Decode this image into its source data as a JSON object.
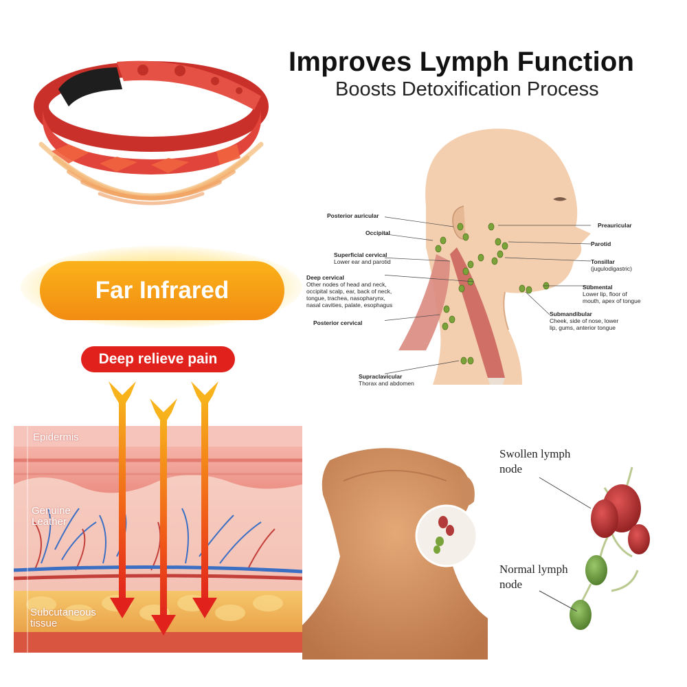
{
  "headline": {
    "title": "Improves Lymph Function",
    "subtitle": "Boosts Detoxification Process"
  },
  "badges": {
    "far_infrared": "Far Infrared",
    "deep_relieve": "Deep relieve pain"
  },
  "skin_layers": {
    "epidermis": "Epidermis",
    "genuine_leather": "Genuine Leather",
    "subcutaneous": "Subcutaneous tissue"
  },
  "lymph_labels": {
    "posterior_auricular": "Posterior auricular",
    "occipital": "Occipital",
    "superficial_cervical": "Superficial cervical",
    "superficial_cervical_sub": "Lower ear and parotid",
    "deep_cervical": "Deep cervical",
    "deep_cervical_sub1": "Other nodes of head and neck,",
    "deep_cervical_sub2": "occipital scalp, ear, back of neck,",
    "deep_cervical_sub3": "tongue, trachea, nasopharynx,",
    "deep_cervical_sub4": "nasal cavities, palate, esophagus",
    "posterior_cervical": "Posterior cervical",
    "supraclavicular": "Supraclavicular",
    "supraclavicular_sub": "Thorax and abdomen",
    "preauricular": "Preauricular",
    "parotid": "Parotid",
    "tonsillar": "Tonsillar",
    "tonsillar_sub": "(jugulodigastric)",
    "submental": "Submental",
    "submental_sub1": "Lower lip, floor of",
    "submental_sub2": "mouth, apex of tongue",
    "submandibular": "Submandibular",
    "submandibular_sub1": "Cheek, side of nose, lower",
    "submandibular_sub2": "lip, gums, anterior tongue"
  },
  "node_labels": {
    "swollen": "Swollen lymph node",
    "normal": "Normal lymph node"
  },
  "colors": {
    "far_infrared_orange": "#f59a14",
    "deep_relieve_red": "#e0211c",
    "bracelet_red": "#e0443a",
    "node_green": "#7aa33a"
  }
}
